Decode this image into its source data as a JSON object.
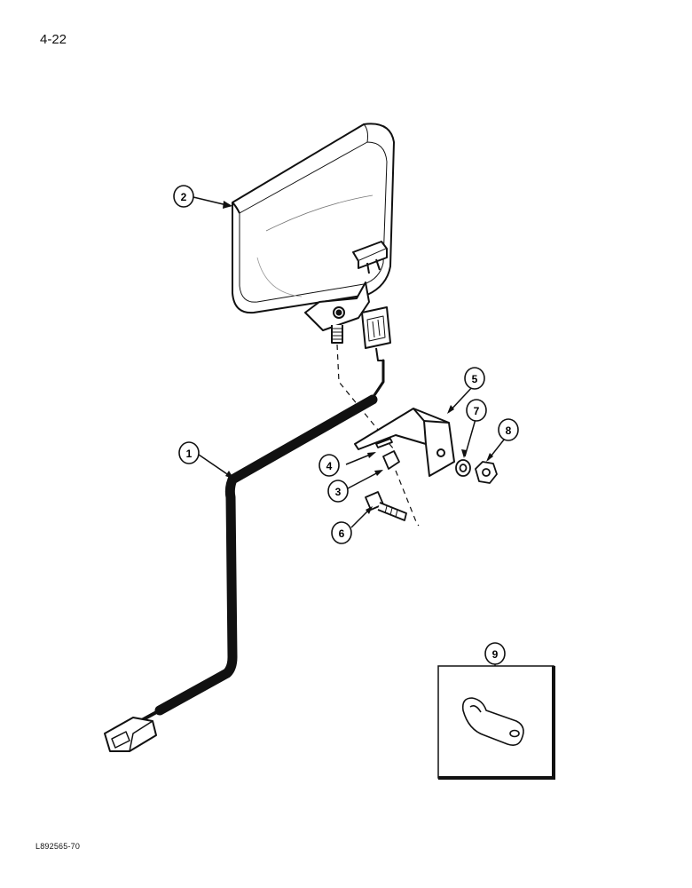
{
  "page": {
    "page_number": "4-22",
    "figure_code": "L892565-70"
  },
  "callouts": [
    {
      "id": "1",
      "label": "1"
    },
    {
      "id": "2",
      "label": "2"
    },
    {
      "id": "3",
      "label": "3"
    },
    {
      "id": "4",
      "label": "4"
    },
    {
      "id": "5",
      "label": "5"
    },
    {
      "id": "6",
      "label": "6"
    },
    {
      "id": "7",
      "label": "7"
    },
    {
      "id": "8",
      "label": "8"
    },
    {
      "id": "9",
      "label": "9"
    }
  ],
  "colors": {
    "line": "#111111",
    "background": "#ffffff"
  }
}
